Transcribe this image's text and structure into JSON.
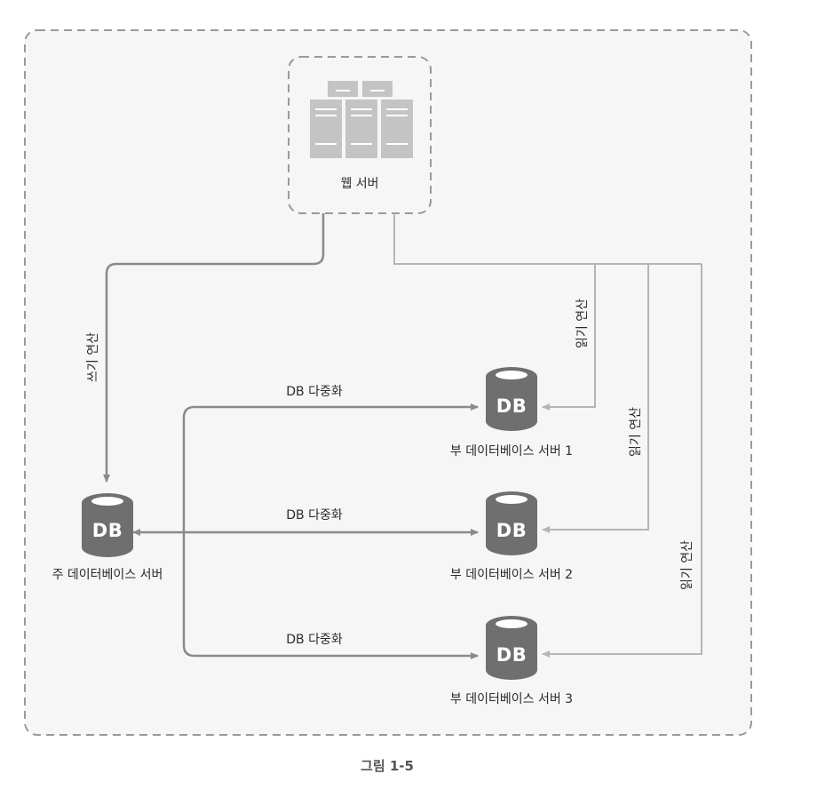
{
  "web_server": {
    "label": "웹 서버"
  },
  "write_operation": {
    "label": "쓰기 연산"
  },
  "read_operation": {
    "label": "읽기 연산"
  },
  "replication": {
    "label": "DB 다중화"
  },
  "master_db": {
    "icon_text": "DB",
    "label": "주 데이터베이스 서버"
  },
  "slave_dbs": [
    {
      "icon_text": "DB",
      "label": "부 데이터베이스 서버 1"
    },
    {
      "icon_text": "DB",
      "label": "부 데이터베이스 서버 2"
    },
    {
      "icon_text": "DB",
      "label": "부 데이터베이스 서버 3"
    }
  ],
  "caption": "그림 1-5",
  "icons": {
    "web_server": "server-rack-icon",
    "database": "database-cylinder-icon"
  },
  "colors": {
    "db_fill": "#6f6f6f",
    "server_fill": "#c4c4c4",
    "write_line": "#8a8a8a",
    "read_line": "#b5b5b5",
    "container_fill": "#f6f6f6",
    "container_border": "#9a9a9a"
  }
}
